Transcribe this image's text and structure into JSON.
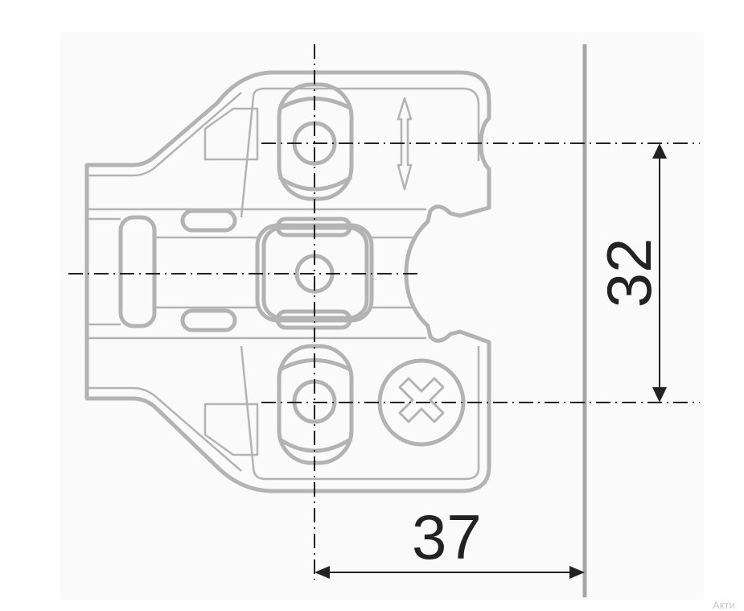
{
  "diagram": {
    "subject": "cabinet hinge mounting plate, top view",
    "colors": {
      "part_outline": "#b3b3b3",
      "dimension_lines": "#222222",
      "wall_edge": "#a6a6a6",
      "background": "#fafafa"
    },
    "dimensions": {
      "horizontal": {
        "value": "37",
        "description": "distance from hole centerline to cabinet edge"
      },
      "vertical": {
        "value": "32",
        "description": "distance between mounting hole centers"
      }
    },
    "features": [
      "three mounting holes on vertical centerline",
      "adjustment double-arrow",
      "cross-head screw",
      "center line dash-dot markers"
    ]
  },
  "watermark": "Акти"
}
